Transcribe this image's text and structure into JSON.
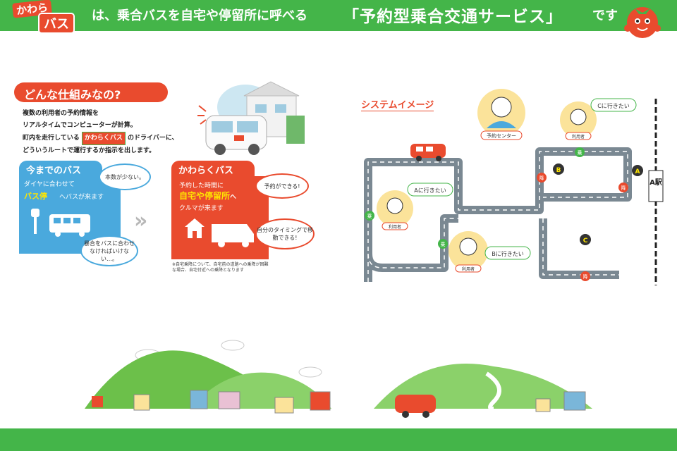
{
  "header": {
    "logo_top": "かわら",
    "logo_bottom": "バス",
    "text": "は、乗合バスを自宅や停留所に呼べる",
    "highlight": "「予約型乗合交通サービス」",
    "suffix": "です"
  },
  "explainer": {
    "heading": "どんな仕組みなの?",
    "lines": [
      "複数の利用者の予約情報を",
      "リアルタイムでコンピューターが計算。",
      "町内を走行している",
      "のドライバーに、",
      "どういうルートで運行するか指示を出します。"
    ],
    "badge": "かわらくバス"
  },
  "old_bus": {
    "title": "今までのバス",
    "line1": "ダイヤに合わせて",
    "strong": "バス停",
    "line2": "へバスが来ます",
    "bubble1": "本数が少ない。",
    "bubble2": "暴合をバスに合わせなければいけない…。"
  },
  "new_bus": {
    "title": "かわらくバス",
    "line1": "予約した時間に",
    "strong": "自宅や停留所",
    "line2": "へ",
    "line3": "クルマが来ます",
    "bubble1": "予約ができる!",
    "bubble2": "自分のタイミングで移動できる!",
    "footnote": "※自宅乗降について、自宅前の道路への乗降が困難な場合、自宅付近への乗降となります"
  },
  "system": {
    "title": "システムイメージ",
    "center_label": "予約センター",
    "user_label": "利用者",
    "bubble_a": "Aに行きたい",
    "bubble_b": "Bに行きたい",
    "bubble_c": "Cに行きたい",
    "station": "A駅",
    "stop_a": "A",
    "stop_b": "B",
    "stop_c": "C",
    "ride": "乗",
    "drop": "降"
  },
  "colors": {
    "green": "#44b549",
    "red": "#e94b2e",
    "blue": "#4aa9dd",
    "yellow": "#ffe600"
  }
}
